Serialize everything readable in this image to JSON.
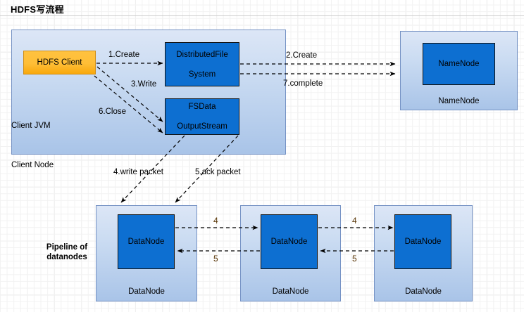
{
  "title": "HDFS写流程",
  "colors": {
    "inner_node": "#0d6fd1",
    "client_box": "#ffbe36",
    "container": "#cbdcf2",
    "container_border": "#7592c4",
    "arrow": "#000000",
    "pipeline_number": "#5a3708",
    "grid_minor": "#f2f2f2",
    "grid_major": "#e2e2e2"
  },
  "client_node": {
    "outer_label": "Client Node",
    "jvm_label": "Client JVM",
    "client_box_label": "HDFS Client",
    "dfs_box_line1": "DistributedFile",
    "dfs_box_line2": "System",
    "fsdos_box_line1": "FSData",
    "fsdos_box_line2": "OutputStream"
  },
  "namenode": {
    "inner_label": "NameNode",
    "outer_label": "NameNode"
  },
  "pipeline": {
    "section_label_line1": "Pipeline of",
    "section_label_line2": "datanodes",
    "datanodes": [
      {
        "inner_label": "DataNode",
        "outer_label": "DataNode"
      },
      {
        "inner_label": "DataNode",
        "outer_label": "DataNode"
      },
      {
        "inner_label": "DataNode",
        "outer_label": "DataNode"
      }
    ],
    "link_labels": [
      {
        "forward": "4",
        "backward": "5"
      },
      {
        "forward": "4",
        "backward": "5"
      }
    ]
  },
  "flow_labels": {
    "step1": "1.Create",
    "step2": "2.Create",
    "step3": "3.Write",
    "step4": "4.write packet",
    "step5": "5.ack packet",
    "step6": "6.Close",
    "step7": "7.complete"
  }
}
